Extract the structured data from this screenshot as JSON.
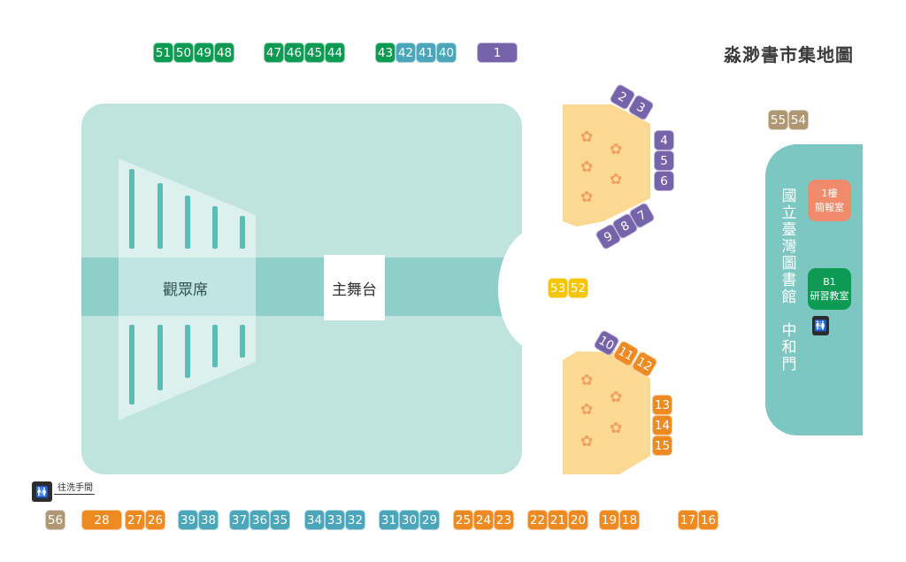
{
  "title": "淼渺書市集地圖",
  "venue": {
    "audience_label": "觀眾席",
    "stage_label": "主舞台"
  },
  "library": {
    "name": "國立臺灣圖書館",
    "gate": "中和門",
    "rooms": [
      {
        "floor": "1樓",
        "name": "簡報室"
      },
      {
        "floor": "B1",
        "name": "研習教室"
      }
    ]
  },
  "restroom": {
    "label": "往洗手間",
    "icon": "restroom-icon"
  },
  "colors": {
    "green": "#0d9a52",
    "teal": "#4aa6b8",
    "purple": "#7763aa",
    "orange": "#ee8a22",
    "tan": "#ae9772",
    "yellow": "#f5c600",
    "salmon": "#ef8a6a"
  },
  "booth_groups": [
    {
      "color": "green",
      "numbers": [
        "51",
        "50",
        "49",
        "48"
      ]
    },
    {
      "color": "green",
      "numbers": [
        "47",
        "46",
        "45",
        "44"
      ]
    },
    {
      "color": "green",
      "numbers": [
        "43"
      ]
    },
    {
      "color": "teal",
      "numbers": [
        "42",
        "41",
        "40"
      ]
    },
    {
      "color": "purple",
      "numbers": [
        "1"
      ]
    },
    {
      "color": "tan",
      "numbers": [
        "55",
        "54"
      ]
    },
    {
      "color": "purple",
      "numbers": [
        "2",
        "3"
      ]
    },
    {
      "color": "purple",
      "numbers": [
        "4",
        "5",
        "6"
      ]
    },
    {
      "color": "purple",
      "numbers": [
        "7",
        "8",
        "9"
      ]
    },
    {
      "color": "yellow",
      "numbers": [
        "53",
        "52"
      ]
    },
    {
      "color": "purple",
      "numbers": [
        "10"
      ]
    },
    {
      "color": "orange",
      "numbers": [
        "11",
        "12"
      ]
    },
    {
      "color": "orange",
      "numbers": [
        "13",
        "14",
        "15"
      ]
    },
    {
      "color": "tan",
      "numbers": [
        "56"
      ]
    },
    {
      "color": "orange",
      "numbers": [
        "28"
      ]
    },
    {
      "color": "orange",
      "numbers": [
        "27",
        "26"
      ]
    },
    {
      "color": "teal",
      "numbers": [
        "39",
        "38"
      ]
    },
    {
      "color": "teal",
      "numbers": [
        "37",
        "36",
        "35"
      ]
    },
    {
      "color": "teal",
      "numbers": [
        "34",
        "33",
        "32"
      ]
    },
    {
      "color": "teal",
      "numbers": [
        "31",
        "30",
        "29"
      ]
    },
    {
      "color": "orange",
      "numbers": [
        "25",
        "24",
        "23"
      ]
    },
    {
      "color": "orange",
      "numbers": [
        "22",
        "21",
        "20"
      ]
    },
    {
      "color": "orange",
      "numbers": [
        "19",
        "18"
      ]
    },
    {
      "color": "orange",
      "numbers": [
        "17",
        "16"
      ]
    }
  ]
}
